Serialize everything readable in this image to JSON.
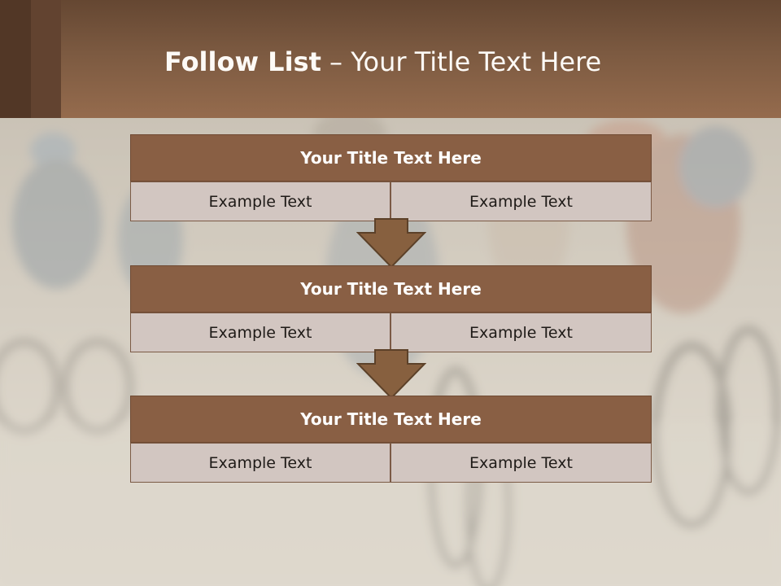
{
  "slide": {
    "title_bold": "Follow List",
    "title_rest": " – Your Title Text Here"
  },
  "blocks": [
    {
      "title": "Your Title Text Here",
      "left_text": "Example Text",
      "right_text": "Example Text"
    },
    {
      "title": "Your Title Text Here",
      "left_text": "Example Text",
      "right_text": "Example Text"
    },
    {
      "title": "Your Title Text Here",
      "left_text": "Example Text",
      "right_text": "Example Text"
    }
  ],
  "colors": {
    "header": "#7c5a41",
    "block_title": "#895f44",
    "block_cell": "#d2c6c1",
    "title_text": "#fdfaf6"
  }
}
